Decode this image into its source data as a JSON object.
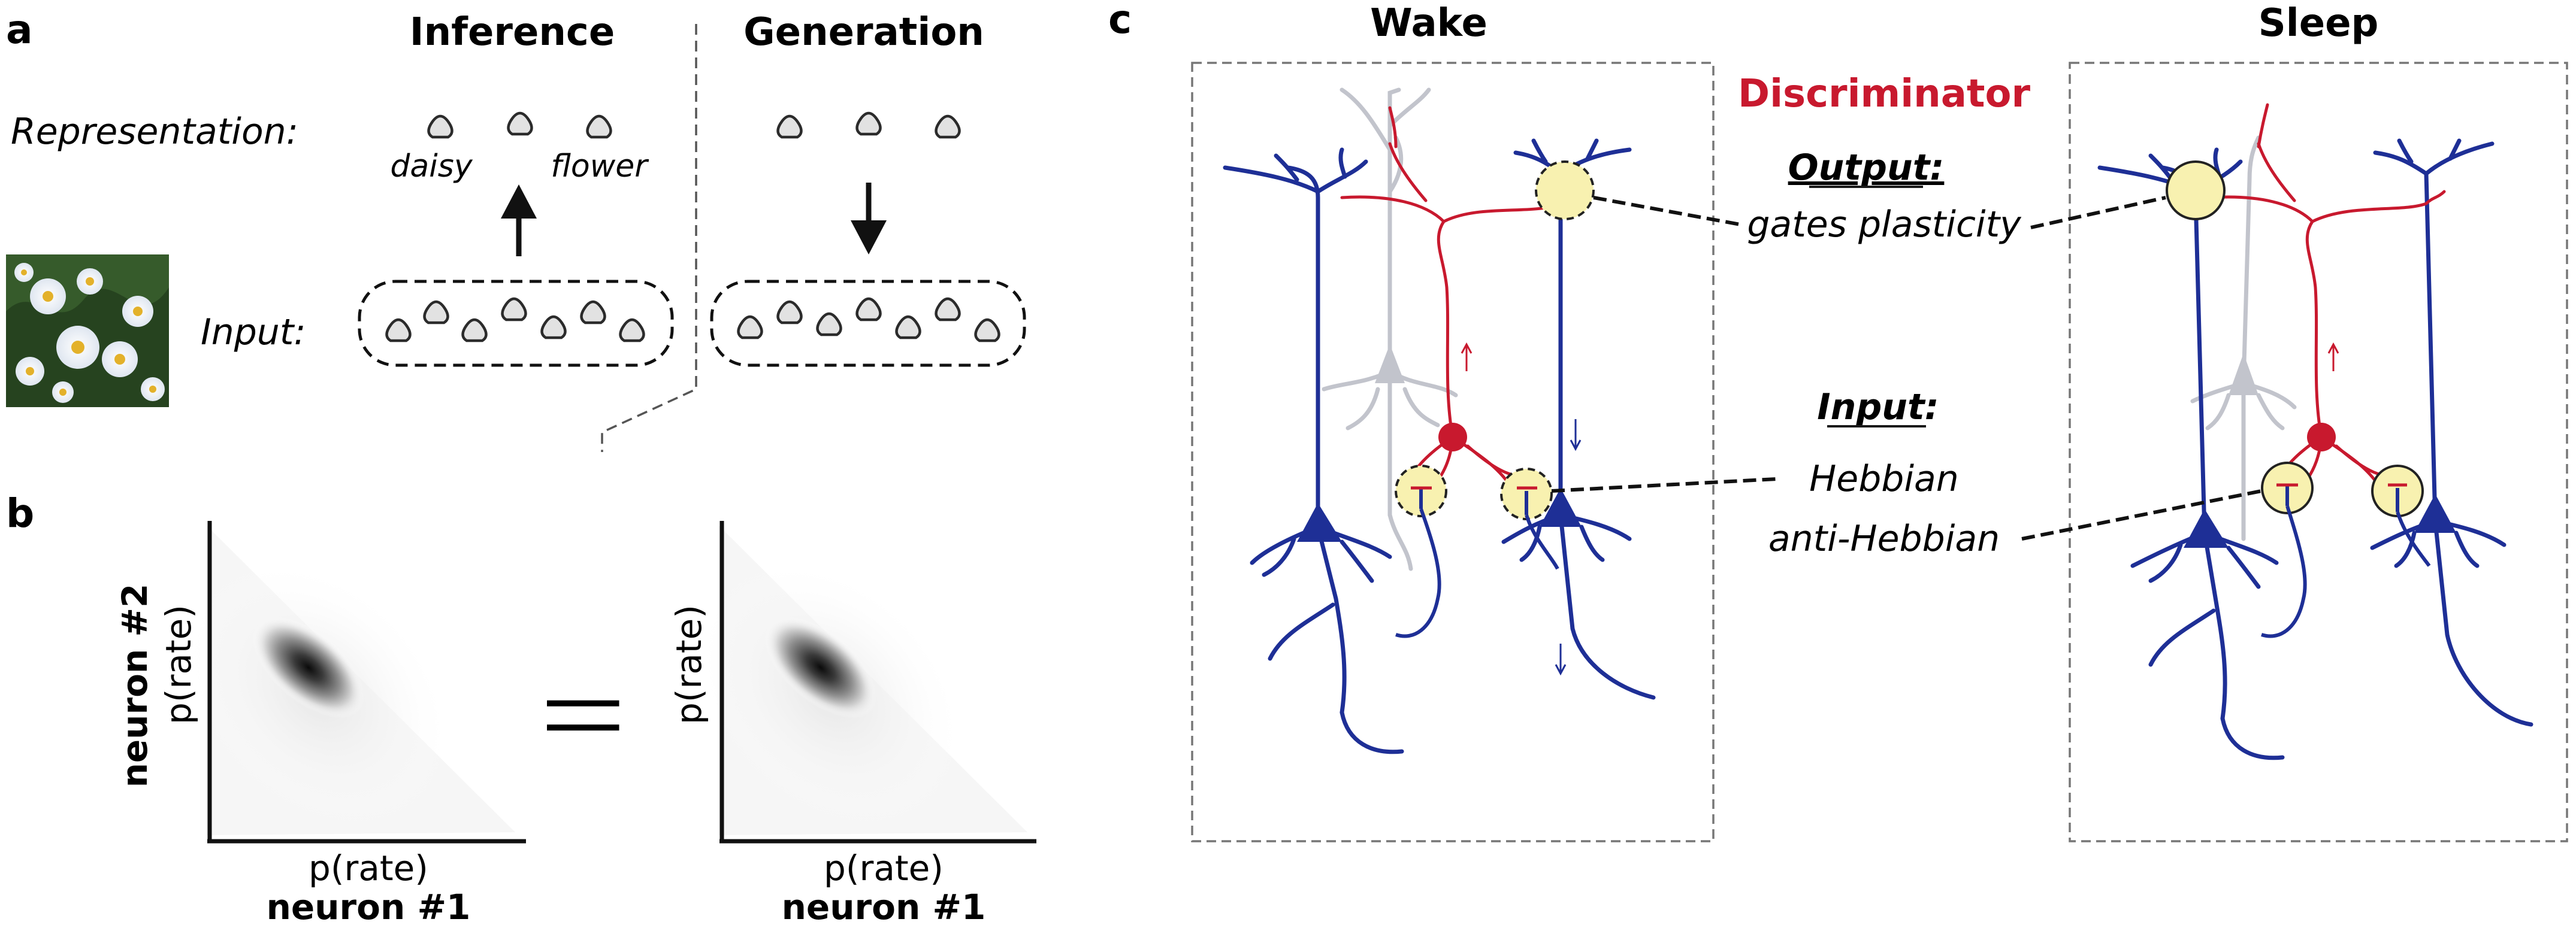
{
  "panel_a": {
    "letter": "a",
    "inference_title": "Inference",
    "generation_title": "Generation",
    "representation_label": "Representation:",
    "input_label": "Input:",
    "label_daisy": "daisy",
    "label_flower": "flower"
  },
  "panel_b": {
    "letter": "b",
    "left_xlabel_top": "p(rate)",
    "left_xlabel_bottom": "neuron #1",
    "left_ylabel_top": "neuron #2",
    "left_ylabel_bottom": "p(rate)",
    "right_xlabel_top": "p(rate)",
    "right_xlabel_bottom": "neuron #1",
    "right_ylabel": "p(rate)",
    "equals_sign": "||"
  },
  "panel_c": {
    "letter": "c",
    "wake_title": "Wake",
    "sleep_title": "Sleep",
    "discriminator_label": "Discriminator",
    "output_heading": "Output:",
    "output_text": "gates plasticity",
    "input_heading": "Input:",
    "hebbian_text": "Hebbian",
    "antihebbian_text": "anti-Hebbian"
  },
  "colors": {
    "blue_neuron": "#1e2f96",
    "red_neuron": "#c8192e",
    "gray_neuron": "#c2c4cc",
    "highlight_fill": "#f8f1b0",
    "discriminator_text": "#c8192e"
  }
}
